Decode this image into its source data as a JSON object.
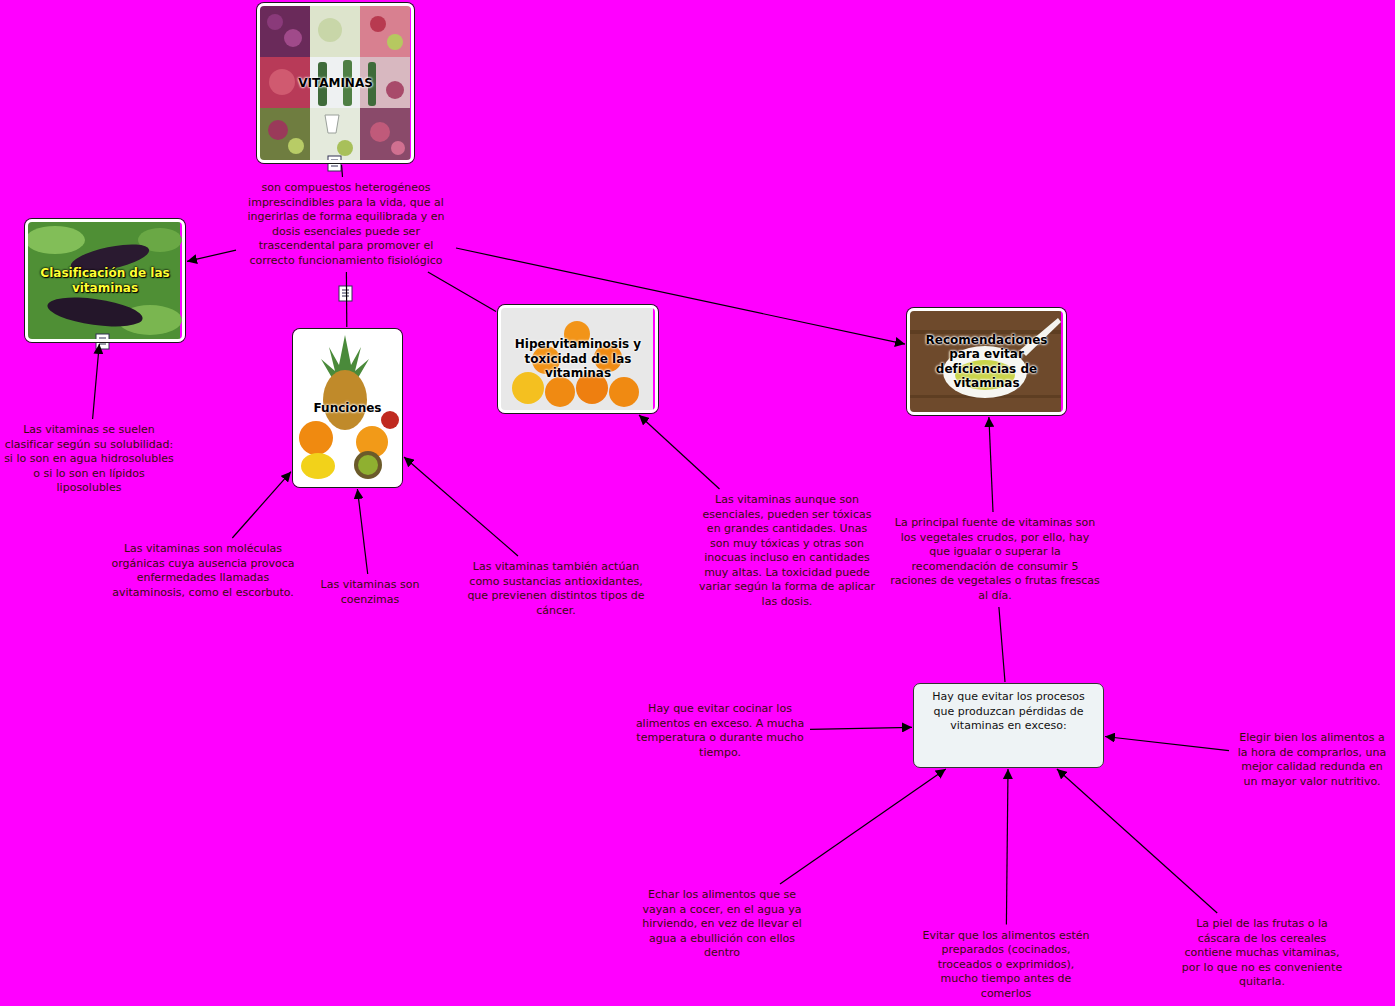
{
  "diagram": {
    "nodes": [
      {
        "text": [
          "VITAMINAS"
        ]
      },
      {
        "text": [
          "son compuestos heterogéneos imprescindibles para la vida, que al ingerirlas de forma equilibrada y en dosis esenciales puede ser trascendental para promover el correcto funcionamiento fisiológico"
        ]
      },
      {
        "text": [
          "Clasificación de las vitaminas"
        ]
      },
      {
        "text": [
          "Funciones"
        ]
      },
      {
        "text": [
          "Hipervitaminosis y toxicidad de las vitaminas"
        ]
      },
      {
        "text": [
          "Recomendaciones para evitar deficiencias de vitaminas"
        ]
      },
      {
        "text": [
          "Las vitaminas se suelen clasificar según su solubilidad: si lo son en agua hidrosolubles o si lo son en lípidos liposolubles"
        ]
      },
      {
        "text": [
          "Las vitaminas son moléculas orgánicas cuya ausencia provoca enfermedades llamadas avitaminosis, como el escorbuto."
        ]
      },
      {
        "text": [
          "Las vitaminas son coenzimas"
        ]
      },
      {
        "text": [
          "Las vitaminas también actúan como sustancias antioxidantes, que previenen distintos tipos de cáncer."
        ]
      },
      {
        "text": [
          "Las vitaminas aunque son esenciales, pueden ser tóxicas en grandes cantidades. Unas son muy tóxicas y otras son inocuas incluso en cantidades muy altas. La toxicidad puede variar según la forma de aplicar las dosis."
        ]
      },
      {
        "text": [
          "La principal fuente de vitaminas son los vegetales crudos, por ello, hay que igualar o superar la recomendación de consumir 5 raciones de vegetales o frutas frescas al día."
        ]
      },
      {
        "text": [
          "Hay que evitar los procesos que produzcan pérdidas de vitaminas en exceso:"
        ]
      },
      {
        "text": [
          "Hay que evitar cocinar los alimentos en exceso. A mucha temperatura o durante mucho tiempo."
        ]
      },
      {
        "text": [
          "Elegir bien los alimentos a la hora de comprarlos, una mejor calidad redunda en un mayor valor nutritivo."
        ]
      },
      {
        "text": [
          "Echar los alimentos que se vayan a cocer, en el agua ya hirviendo, en vez de llevar el agua a ebullición con ellos dentro"
        ]
      },
      {
        "text": [
          "Evitar que los alimentos estén preparados (cocinados, troceados o exprimidos), mucho tiempo antes de comerlos"
        ]
      },
      {
        "text": [
          "La piel de las frutas o la cáscara de los cereales contiene muchas vitaminas, por lo que no es conveniente quitarla."
        ]
      }
    ],
    "edges": [
      {
        "from": 0,
        "to": 1,
        "arrow": "none"
      },
      {
        "from": 1,
        "to": 2,
        "arrow": "to"
      },
      {
        "from": 1,
        "to": 3,
        "arrow": "none"
      },
      {
        "from": 1,
        "to": 4,
        "arrow": "none"
      },
      {
        "from": 1,
        "to": 5,
        "arrow": "to"
      },
      {
        "from": 6,
        "to": 2,
        "arrow": "to"
      },
      {
        "from": 7,
        "to": 3,
        "arrow": "to"
      },
      {
        "from": 8,
        "to": 3,
        "arrow": "to"
      },
      {
        "from": 9,
        "to": 3,
        "arrow": "to"
      },
      {
        "from": 10,
        "to": 4,
        "arrow": "to"
      },
      {
        "from": 11,
        "to": 5,
        "arrow": "to"
      },
      {
        "from": 12,
        "to": 11,
        "arrow": "none"
      },
      {
        "from": 13,
        "to": 12,
        "arrow": "to"
      },
      {
        "from": 14,
        "to": 12,
        "arrow": "to"
      },
      {
        "from": 15,
        "to": 12,
        "arrow": "to"
      },
      {
        "from": 16,
        "to": 12,
        "arrow": "to"
      },
      {
        "from": 17,
        "to": 12,
        "arrow": "to"
      }
    ]
  }
}
